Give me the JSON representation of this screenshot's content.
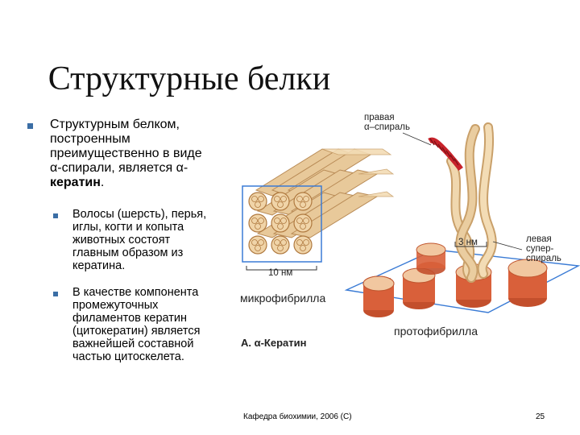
{
  "slide": {
    "title": "Структурные белки",
    "main_bullet": {
      "line1": "Структурным белком,",
      "line2": "построенным",
      "line3": "преимущественно в виде",
      "line4": "α-спирали, является α-",
      "line5_bold": "кератин",
      "line5_end": "."
    },
    "sub_bullets": [
      {
        "lines": [
          "Волосы (шерсть), перья,",
          "иглы, когти и копыта",
          "животных состоят",
          "главным образом из",
          "кератина."
        ]
      },
      {
        "lines": [
          "В качестве компонента",
          "промежуточных",
          "филаментов кератин",
          "(цитокератин) является",
          "важнейшей составной",
          "частью цитоскелета."
        ]
      }
    ]
  },
  "figure": {
    "label_right_helix": [
      "правая",
      "α–спираль"
    ],
    "label_10nm": "10 нм",
    "label_3nm": "3 нм",
    "label_left_super": [
      "левая супер-",
      "спираль"
    ],
    "label_microfibril": "микрофибрилла",
    "label_protofibril": "протофибрилла",
    "caption": "А. α-Кератин",
    "colors": {
      "rope": "#e8c99a",
      "rope_shade": "#c9a06a",
      "cylinder": "#d9603a",
      "cylinder_top": "#f1c7a0",
      "helix": "#c8232b",
      "frame": "#3a7bd5"
    }
  },
  "footer": {
    "department": "Кафедра биохимии, 2006 (С)",
    "page": "25"
  }
}
